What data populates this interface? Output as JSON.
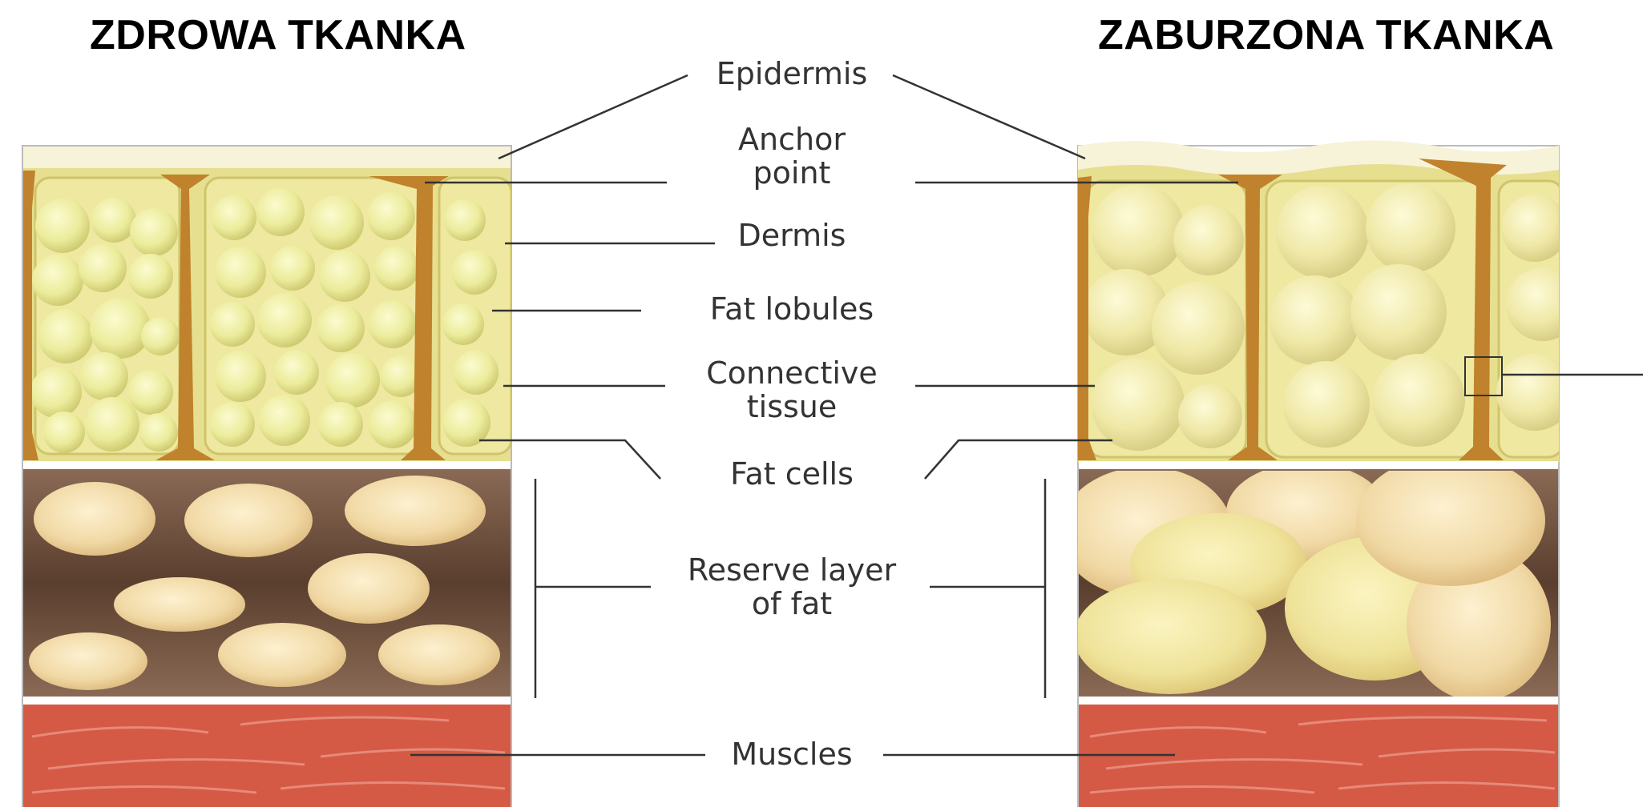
{
  "titles": {
    "left": "ZDROWA TKANKA",
    "right": "ZABURZONA TKANKA"
  },
  "labels": {
    "epidermis": "Epidermis",
    "anchor_line1": "Anchor",
    "anchor_line2": "point",
    "dermis": "Dermis",
    "fat_lobules": "Fat lobules",
    "connective_line1": "Connective",
    "connective_line2": "tissue",
    "fat_cells": "Fat cells",
    "reserve_line1": "Reserve layer",
    "reserve_line2": "of fat",
    "muscles": "Muscles"
  },
  "colors": {
    "epidermis": "#f7f3d9",
    "dermis": "#e8e29a",
    "fat_cell": "#ecec9c",
    "anchor": "#c0822c",
    "reserve_bg": "#6a4a38",
    "reserve_fat": "#f2dcaa",
    "muscle": "#d45a46",
    "leader": "#333333"
  }
}
